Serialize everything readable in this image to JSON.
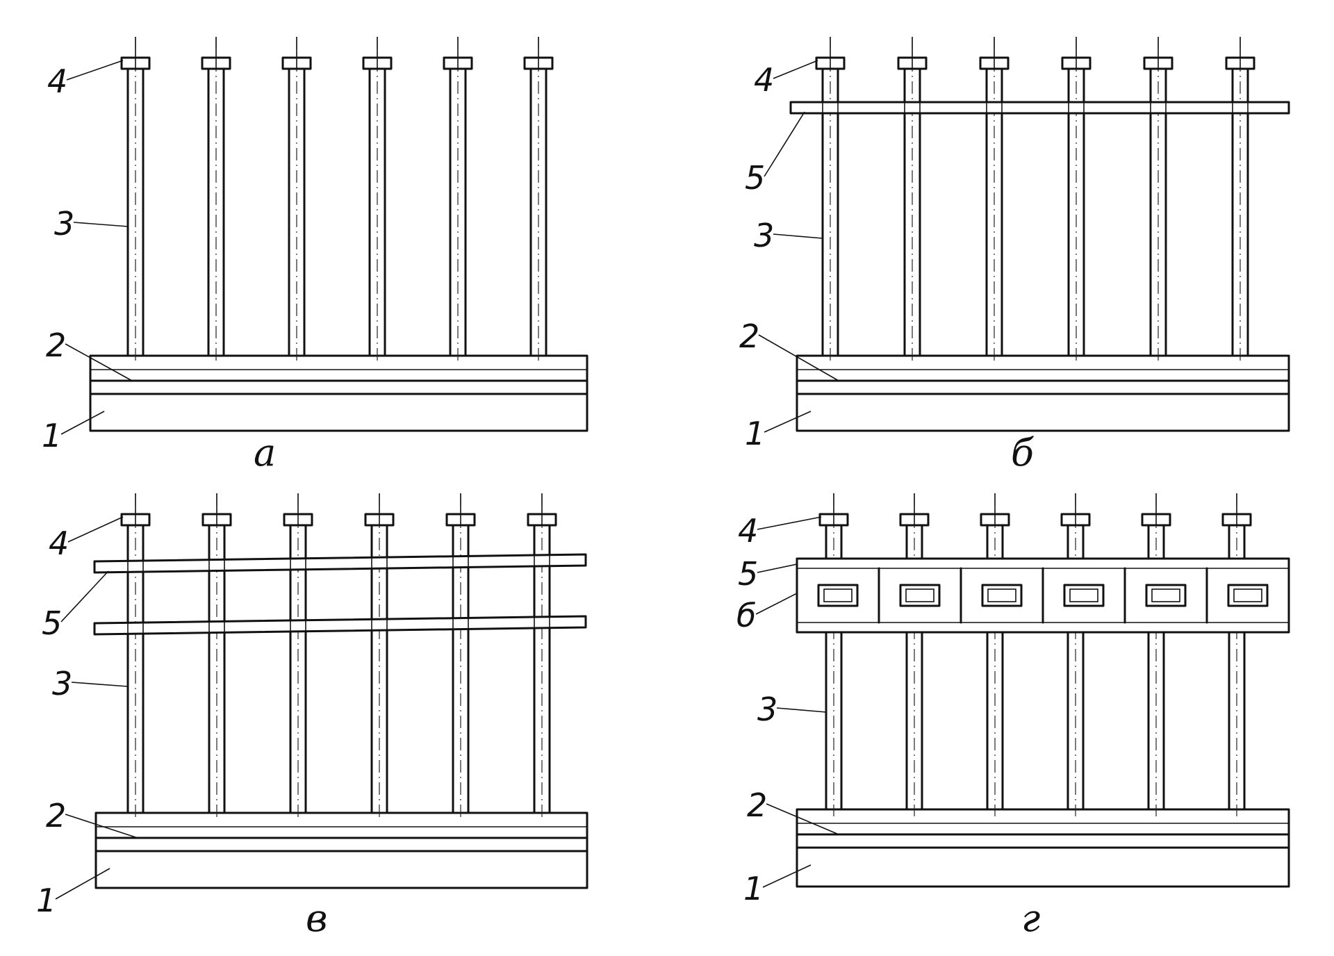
{
  "panels": [
    {
      "id": "a",
      "caption": "а",
      "labels": {
        "base": "1",
        "layer": "2",
        "rod": "3",
        "cap": "4"
      },
      "crossbars": 0,
      "has_blocks": false
    },
    {
      "id": "b",
      "caption": "б",
      "labels": {
        "base": "1",
        "layer": "2",
        "rod": "3",
        "cap": "4",
        "bar": "5"
      },
      "crossbars": 1,
      "has_blocks": false
    },
    {
      "id": "v",
      "caption": "в",
      "labels": {
        "base": "1",
        "layer": "2",
        "rod": "3",
        "cap": "4",
        "bar": "5"
      },
      "crossbars": 2,
      "has_blocks": false
    },
    {
      "id": "g",
      "caption": "г",
      "labels": {
        "base": "1",
        "layer": "2",
        "rod": "3",
        "cap": "4",
        "bar": "5",
        "block": "б"
      },
      "crossbars": 0,
      "has_blocks": true
    }
  ],
  "rods_per_panel": 6
}
